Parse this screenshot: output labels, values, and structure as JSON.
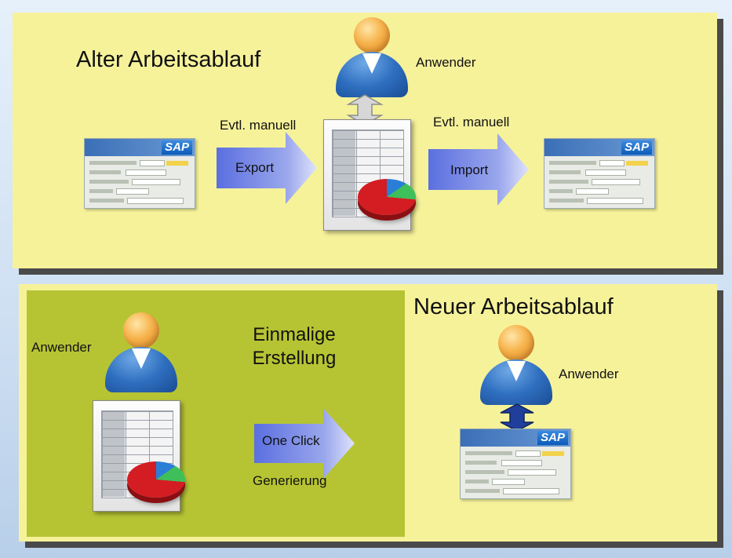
{
  "old_workflow": {
    "title": "Alter Arbeitsablauf",
    "user_label": "Anwender",
    "left_arrow_caption": "Evtl. manuell",
    "left_arrow_label": "Export",
    "right_arrow_caption": "Evtl. manuell",
    "right_arrow_label": "Import",
    "sap_logo": "SAP"
  },
  "new_workflow": {
    "title": "Neuer Arbeitsablauf",
    "left_user_label": "Anwender",
    "creation_label_line1": "Einmalige",
    "creation_label_line2": "Erstellung",
    "arrow_label": "One Click",
    "arrow_caption": "Generierung",
    "right_user_label": "Anwender",
    "sap_logo": "SAP"
  },
  "colors": {
    "panel": "#f6f29a",
    "panel_dark": "#b6c434",
    "arrow": "#6f7fe0",
    "user_head": "#f6b24b",
    "user_body": "#2f6fc0"
  }
}
